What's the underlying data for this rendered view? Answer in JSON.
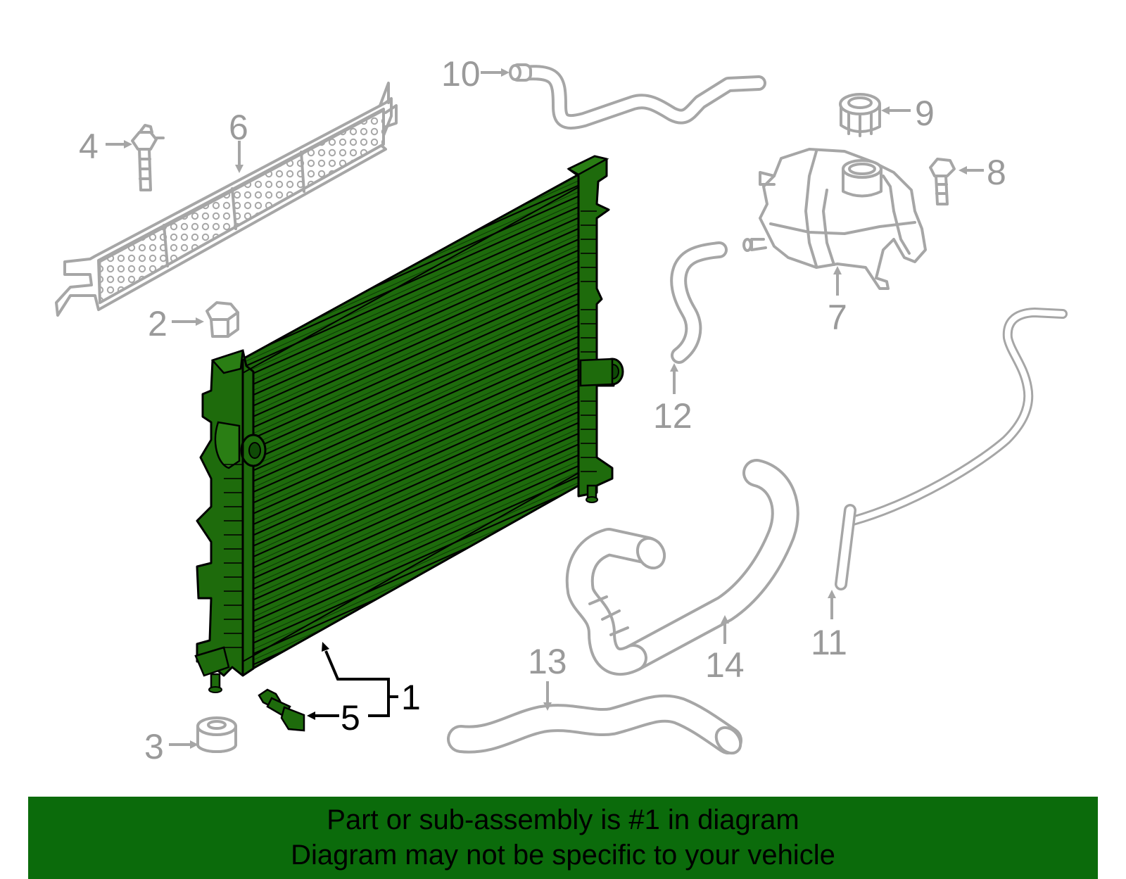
{
  "diagram": {
    "callouts": [
      "1",
      "2",
      "3",
      "4",
      "5",
      "6",
      "7",
      "8",
      "9",
      "10",
      "11",
      "12",
      "13",
      "14"
    ],
    "highlighted_part": "1",
    "highlight_color": "#1e6b0c",
    "ghost_color": "#a6a6a6"
  },
  "banner": {
    "line1": "Part or sub-assembly is #1 in diagram",
    "line2": "Diagram may not be specific to your vehicle",
    "background": "#0b6b0b"
  }
}
